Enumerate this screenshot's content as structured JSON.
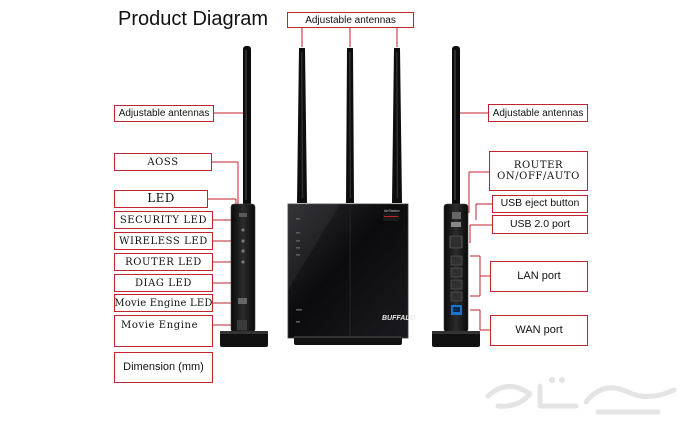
{
  "diagram": {
    "title": "Product Diagram",
    "labels": {
      "antennas_top": "Adjustable antennas",
      "antennas_left": "Adjustable antennas",
      "antennas_right": "Adjustable antennas",
      "aoss": "AOSS",
      "led": "LED",
      "security_led": "SECURITY LED",
      "wireless_led": "WIRELESS LED",
      "router_led": "ROUTER LED",
      "diag_led": "DIAG LED",
      "movie_engine_led": "Movie Engine LED",
      "movie_engine": "Movie Engine",
      "dimension": "Dimension (mm)",
      "router_switch": "ROUTER ON/OFF/AUTO",
      "usb_eject": "USB eject button",
      "usb_port": "USB 2.0 port",
      "lan_port": "LAN port",
      "wan_port": "WAN port"
    },
    "device": {
      "brand_logo": "BUFFALO",
      "badge_text": "AirStation"
    }
  },
  "colors": {
    "callout_border": "#c2232f",
    "device_body": "#0d0d0f",
    "wan_port": "#1e73c8"
  }
}
